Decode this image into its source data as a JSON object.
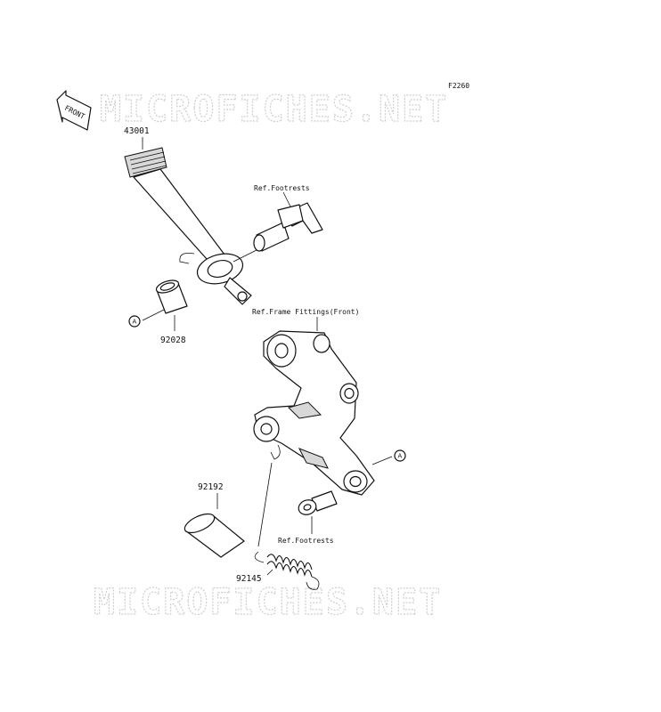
{
  "diagram_code": "F2260",
  "front_arrow_label": "FRONT",
  "watermarks": [
    "MICROFICHES.NET",
    "MICROFICHES.NET"
  ],
  "labels": {
    "part_43001": "43001",
    "part_92028": "92028",
    "part_92192": "92192",
    "part_92145": "92145",
    "ref_footrests_top": "Ref.Footrests",
    "ref_frame_fittings": "Ref.Frame Fittings(Front)",
    "ref_footrests_bottom": "Ref.Footrests"
  },
  "callouts": [
    "A",
    "A"
  ]
}
